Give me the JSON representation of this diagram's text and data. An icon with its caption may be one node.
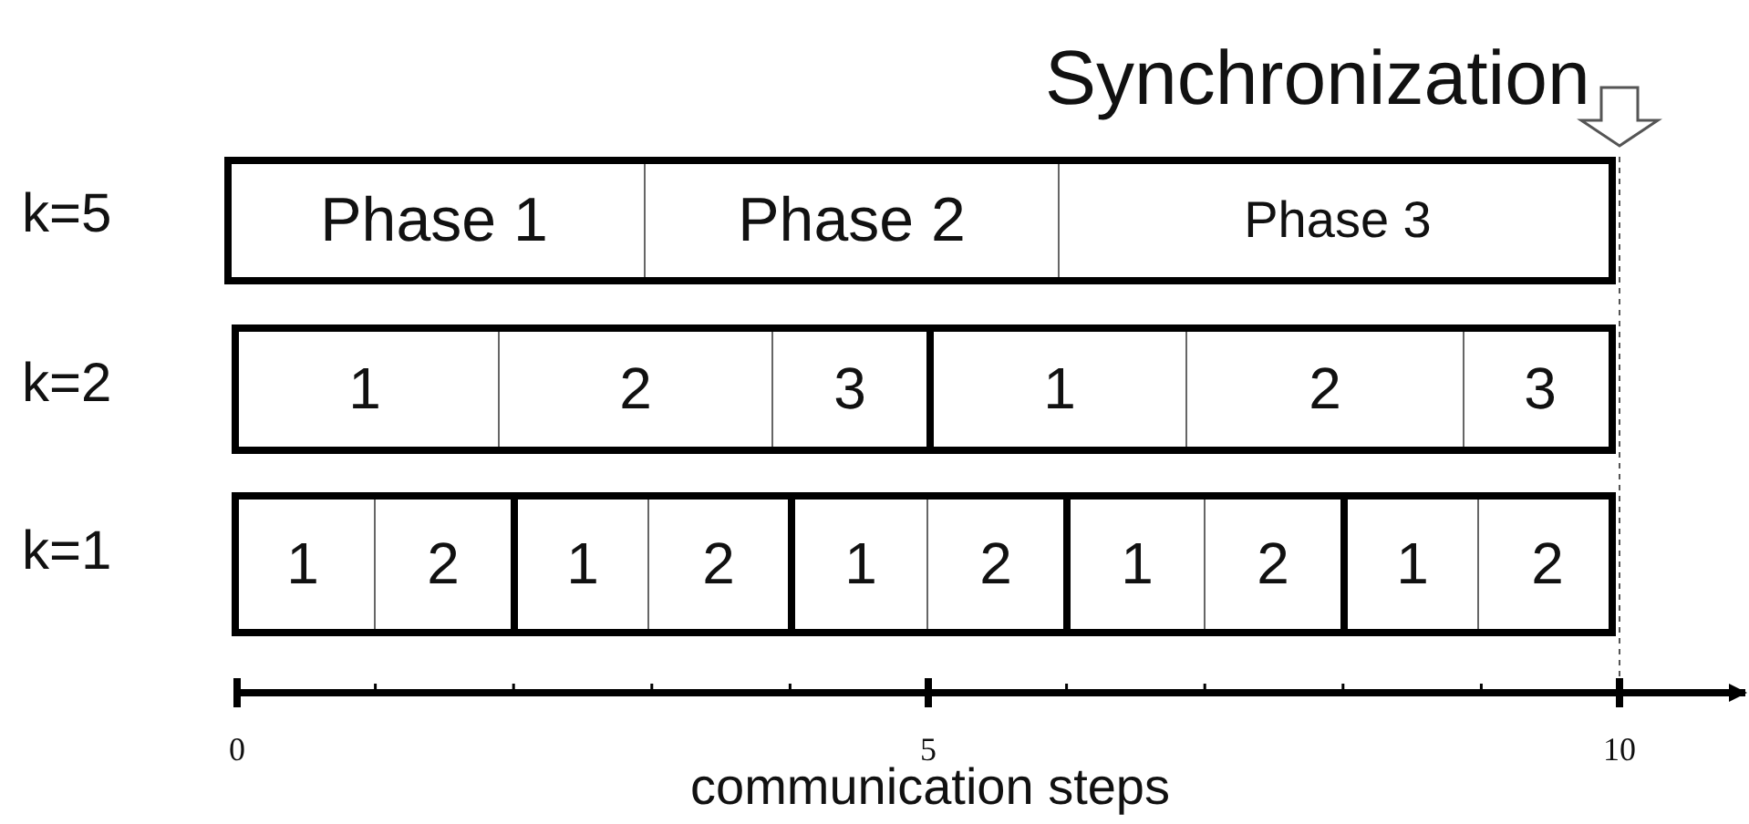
{
  "diagram": {
    "nodes": [
      {
        "text": [
          "Phase 1"
        ]
      },
      {
        "text": [
          "Phase 2"
        ]
      },
      {
        "text": [
          "Phase 3"
        ]
      },
      {
        "text": [
          "1"
        ]
      },
      {
        "text": [
          "2"
        ]
      },
      {
        "text": [
          "3"
        ]
      },
      {
        "text": [
          "1"
        ]
      },
      {
        "text": [
          "2"
        ]
      },
      {
        "text": [
          "3"
        ]
      },
      {
        "text": [
          "1"
        ]
      },
      {
        "text": [
          "2"
        ]
      },
      {
        "text": [
          "1"
        ]
      },
      {
        "text": [
          "2"
        ]
      },
      {
        "text": [
          "1"
        ]
      },
      {
        "text": [
          "2"
        ]
      },
      {
        "text": [
          "1"
        ]
      },
      {
        "text": [
          "2"
        ]
      },
      {
        "text": [
          "1"
        ]
      },
      {
        "text": [
          "2"
        ]
      }
    ],
    "edges": [],
    "labels": [
      "Synchronization",
      "k=5",
      "k=2",
      "k=1",
      "0",
      "5",
      "10",
      "communication steps"
    ]
  }
}
